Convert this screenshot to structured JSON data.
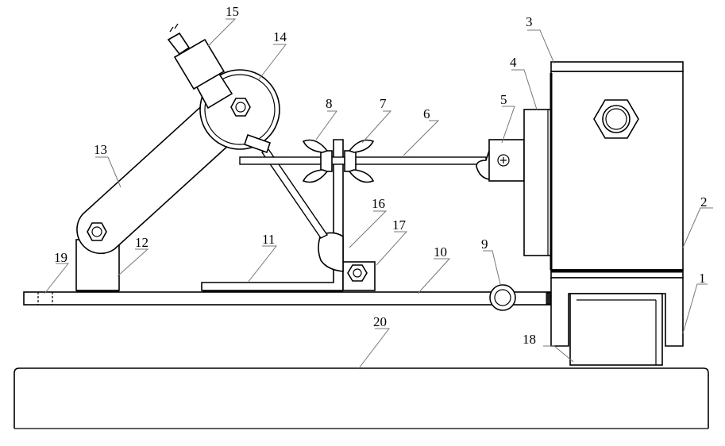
{
  "labels": {
    "l1": "1",
    "l2": "2",
    "l3": "3",
    "l4": "4",
    "l5": "5",
    "l6": "6",
    "l7": "7",
    "l8": "8",
    "l9": "9",
    "l10": "10",
    "l11": "11",
    "l12": "12",
    "l13": "13",
    "l14": "14",
    "l15": "15",
    "l16": "16",
    "l17": "17",
    "l18": "18",
    "l19": "19",
    "l20": "20"
  },
  "colors": {
    "line": "#000000",
    "leader": "#777777",
    "background": "#ffffff"
  }
}
